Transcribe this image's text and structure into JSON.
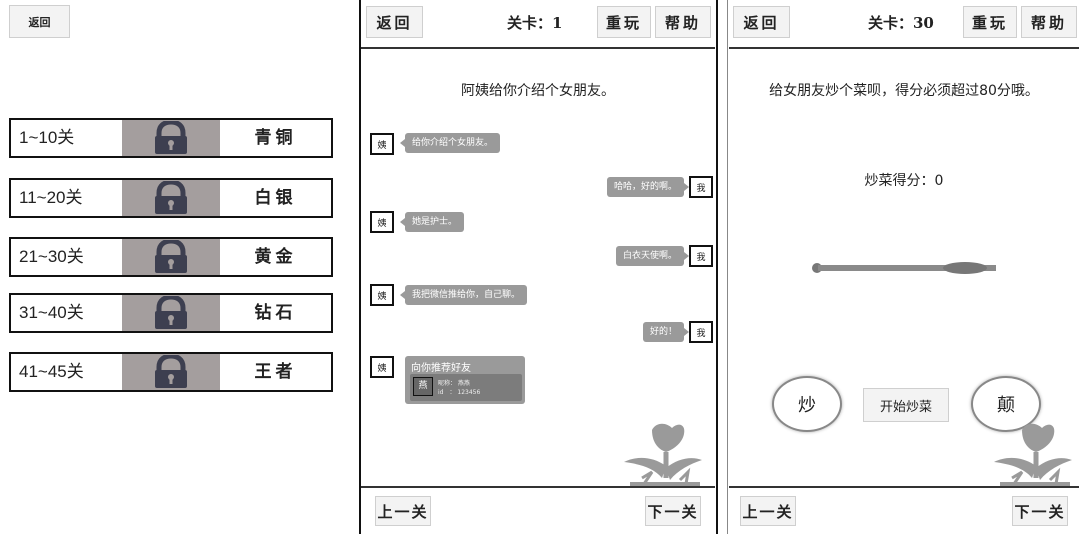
{
  "panel1": {
    "back_label": "返回",
    "levels": [
      {
        "range": "1~10关",
        "tier": "青铜",
        "icon": "lock-icon"
      },
      {
        "range": "11~20关",
        "tier": "白银",
        "icon": "lock-icon"
      },
      {
        "range": "21~30关",
        "tier": "黄金",
        "icon": "lock-icon"
      },
      {
        "range": "31~40关",
        "tier": "钻石",
        "icon": "lock-icon"
      },
      {
        "range": "41~45关",
        "tier": "王者",
        "icon": "lock-icon"
      }
    ]
  },
  "panel2": {
    "back_label": "返回",
    "level_label": "关卡：1",
    "restart_label": "重玩",
    "help_label": "帮助",
    "prompt": "阿姨给你介绍个女朋友。",
    "messages": [
      {
        "avatar": "姨",
        "text": "给你介绍个女朋友。"
      },
      {
        "avatar": "我",
        "text": "哈哈，好的啊。"
      },
      {
        "avatar": "姨",
        "text": "她是护士。"
      },
      {
        "avatar": "我",
        "text": "白衣天使啊。"
      },
      {
        "avatar": "姨",
        "text": "我把微信推给你，自己聊。"
      },
      {
        "avatar": "我",
        "text": "好的！"
      }
    ],
    "card": {
      "avatar": "姨",
      "title": "向你推荐好友",
      "contact_avatar": "燕",
      "nickname_line": "昵称： 燕燕",
      "id_line": "id　： 123456"
    },
    "prev_label": "上一关",
    "next_label": "下一关",
    "decor_icon": "plant-icon"
  },
  "panel3": {
    "back_label": "返回",
    "level_label": "关卡：30",
    "restart_label": "重玩",
    "help_label": "帮助",
    "prompt": "给女朋友炒个菜呗，得分必须超过80分哦。",
    "score_label": "炒菜得分：0",
    "fry_label": "炒",
    "start_label": "开始炒菜",
    "flip_label": "颠",
    "prev_label": "上一关",
    "next_label": "下一关",
    "decor_icon": "plant-icon",
    "tool_icon": "spatula-icon"
  },
  "colors": {
    "lock_bg": "#a49e9e",
    "lock_icon": "#3d3f50",
    "bubble": "#9a9a9a"
  }
}
